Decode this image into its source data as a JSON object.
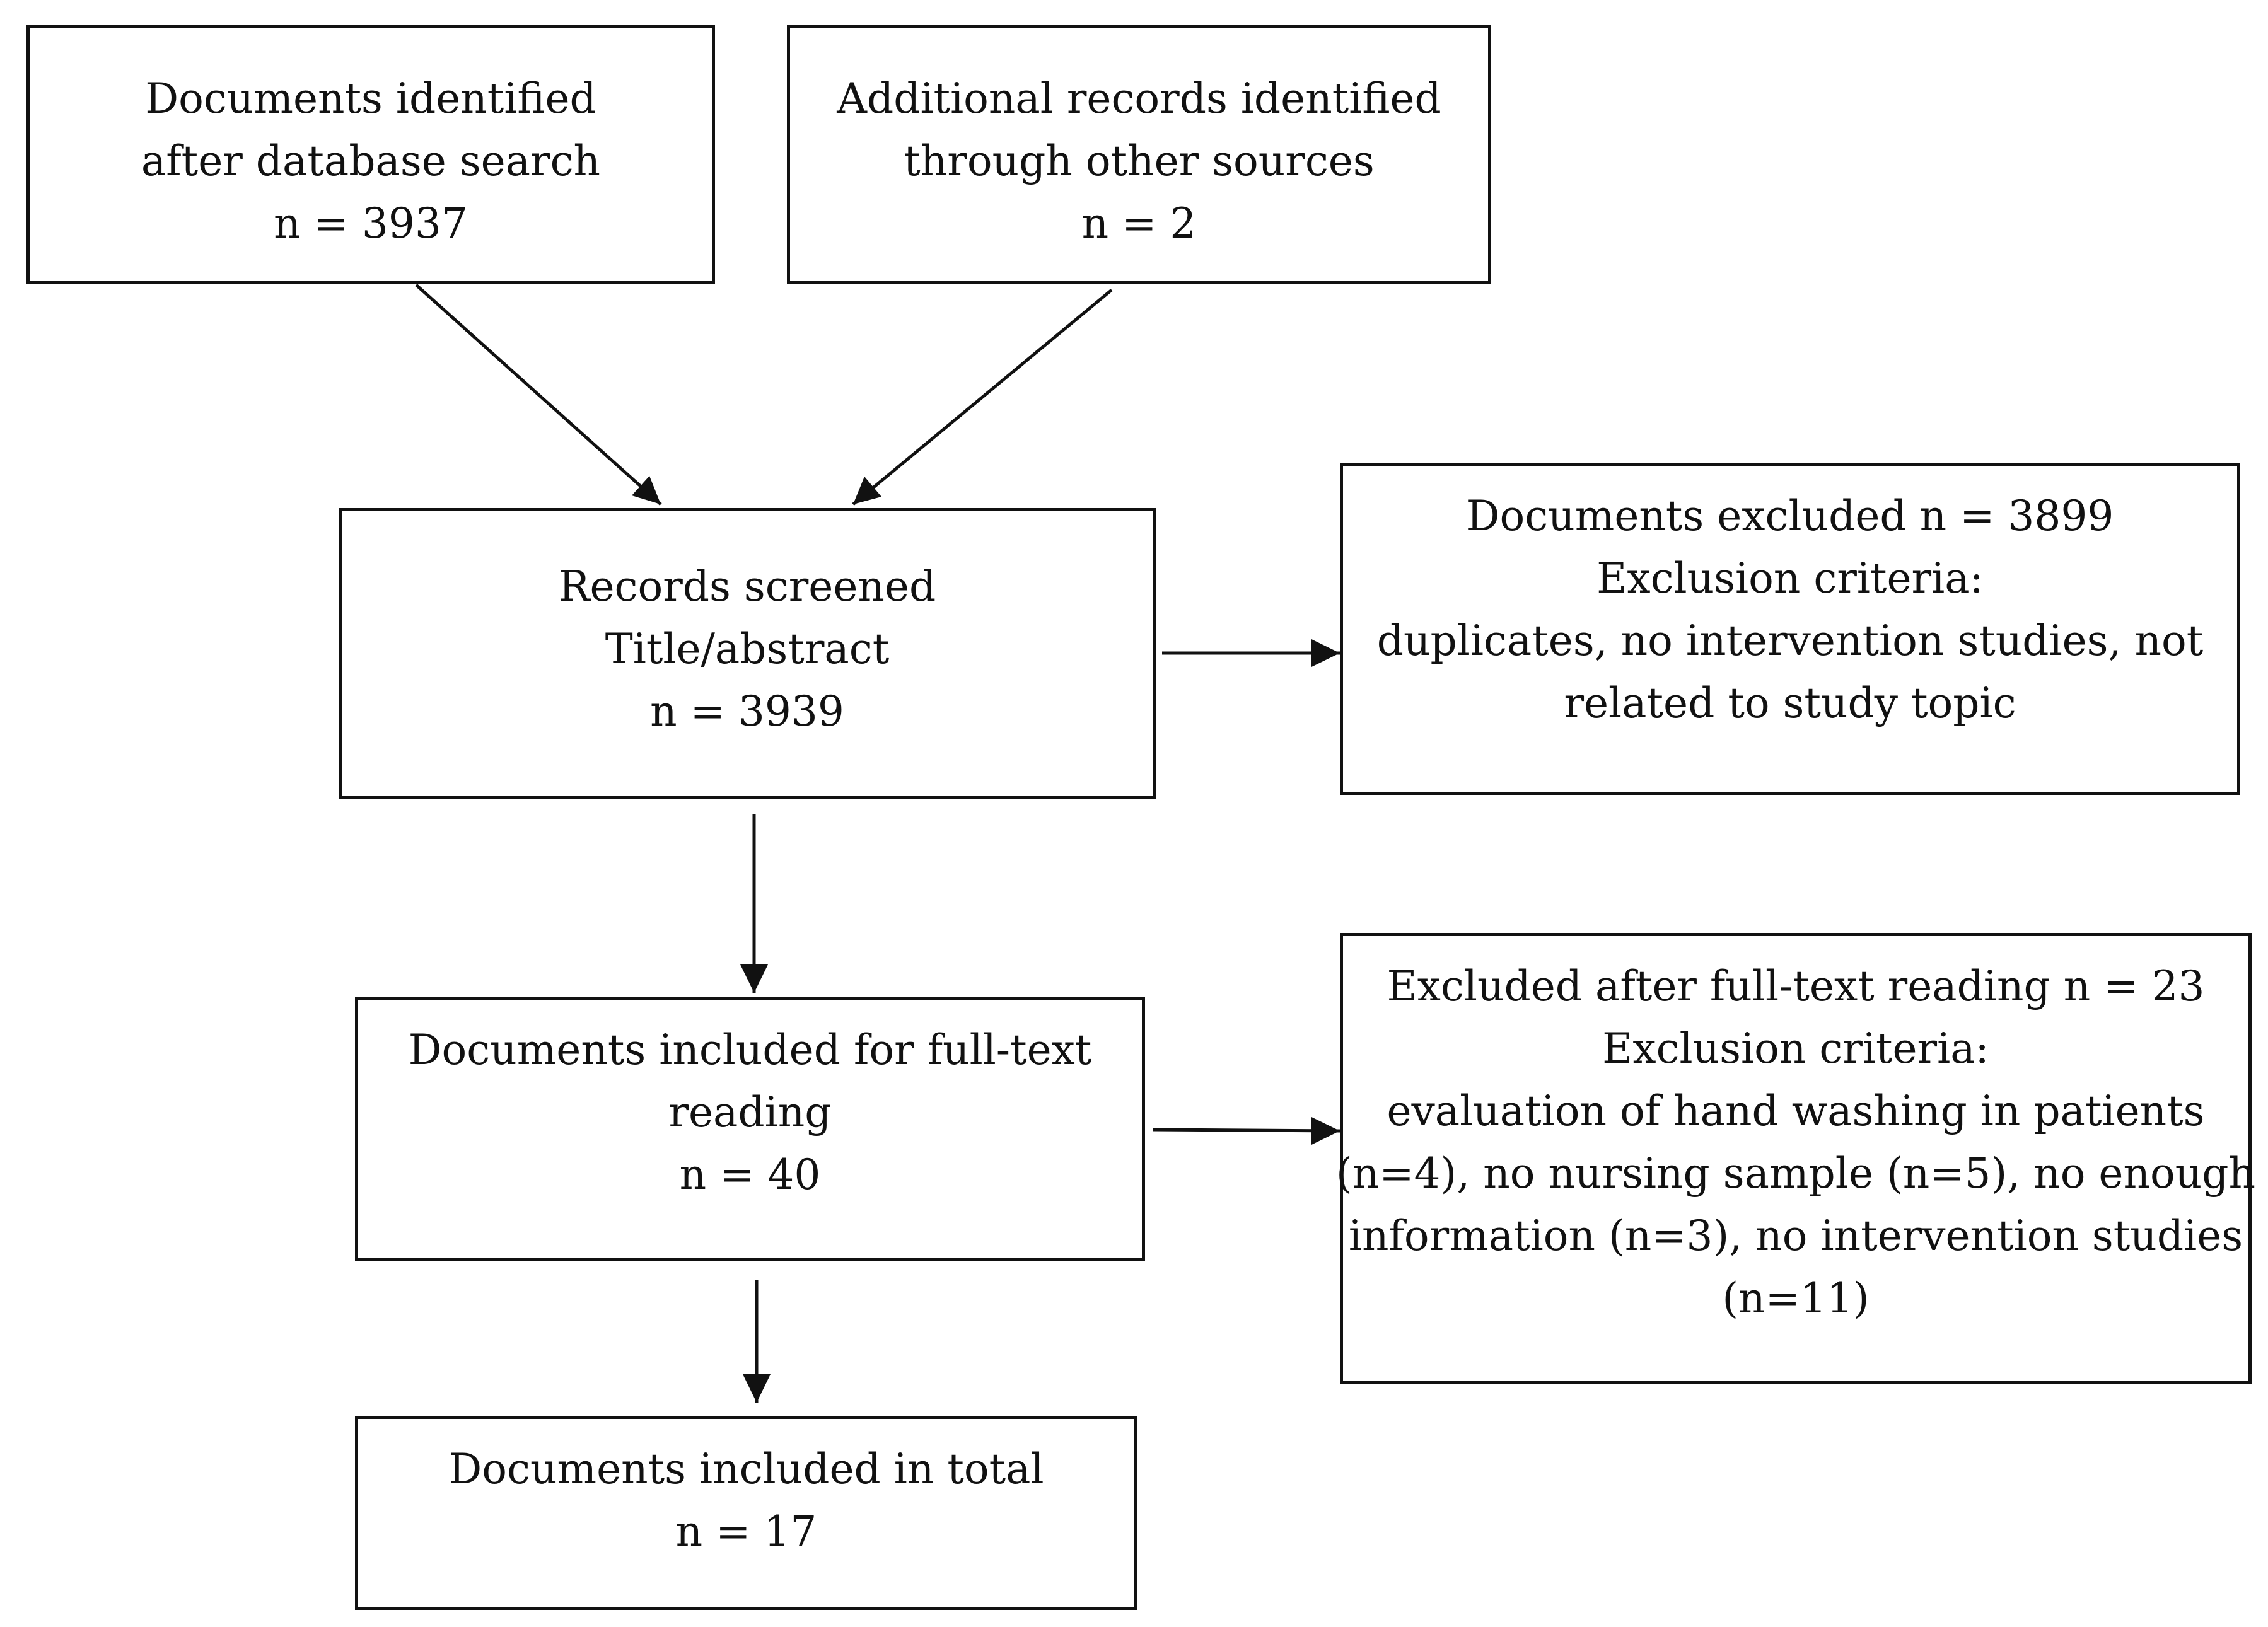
{
  "boxes": {
    "db_search": {
      "lines": [
        "Documents identified",
        "after database search",
        "n = 3937"
      ]
    },
    "other_sources": {
      "lines": [
        "Additional records identified",
        "through other sources",
        "n = 2"
      ]
    },
    "screened": {
      "lines": [
        "Records screened",
        "Title/abstract",
        "n = 3939"
      ]
    },
    "excluded_screen": {
      "lines": [
        "Documents excluded n = 3899",
        "Exclusion criteria:",
        "duplicates, no intervention studies, not",
        "related to study topic"
      ]
    },
    "full_text": {
      "lines": [
        "Documents included for full-text",
        "reading",
        "n = 40"
      ]
    },
    "excluded_full": {
      "lines": [
        "Excluded after full-text reading n = 23",
        "Exclusion criteria:",
        "evaluation of hand washing in patients",
        "(n=4), no nursing sample (n=5), no enough",
        "information (n=3), no intervention studies",
        "(n=11)"
      ]
    },
    "included": {
      "lines": [
        "Documents included in total",
        "n = 17"
      ]
    }
  }
}
